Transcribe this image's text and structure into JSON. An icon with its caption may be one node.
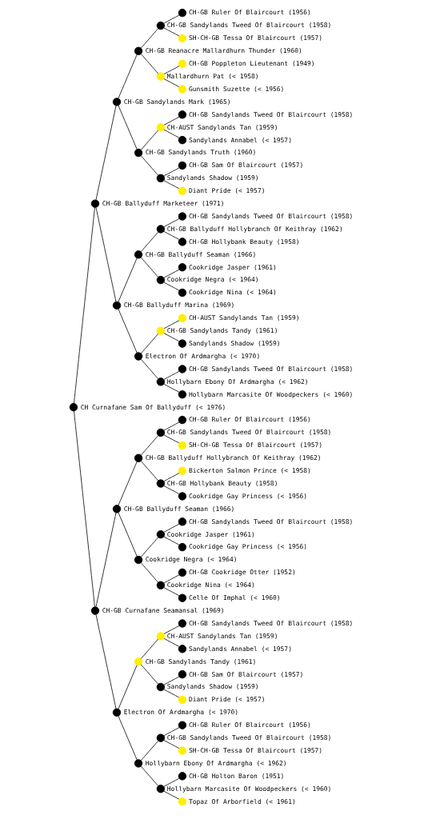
{
  "diagram": {
    "nodes": [
      {
        "text": [],
        "shape": "circle",
        "beside": [
          "CH-GB Ruler Of Blaircourt (1956)"
        ]
      },
      {
        "text": [],
        "shape": "circle",
        "beside": [
          "CH-GB Sandylands Tweed Of Blaircourt (1958)"
        ]
      },
      {
        "text": [],
        "shape": "circle",
        "beside": [
          "SH-CH-GB Tessa Of Blaircourt (1957)"
        ]
      },
      {
        "text": [],
        "shape": "circle",
        "beside": [
          "CH-GB Reanacre Mallardhurn Thunder (1960)"
        ]
      },
      {
        "text": [],
        "shape": "circle",
        "beside": [
          "CH-GB Poppleton Lieutenant (1949)"
        ]
      },
      {
        "text": [],
        "shape": "circle",
        "beside": [
          "Mallardhurn Pat (< 1958)"
        ]
      },
      {
        "text": [],
        "shape": "circle",
        "beside": [
          "Gunsmith Suzette (< 1956)"
        ]
      },
      {
        "text": [],
        "shape": "circle",
        "beside": [
          "CH-GB Sandylands Mark (1965)"
        ]
      },
      {
        "text": [],
        "shape": "circle",
        "beside": [
          "CH-GB Sandylands Tweed Of Blaircourt (1958)"
        ]
      },
      {
        "text": [],
        "shape": "circle",
        "beside": [
          "CH-AUST Sandylands Tan (1959)"
        ]
      },
      {
        "text": [],
        "shape": "circle",
        "beside": [
          "Sandylands Annabel (< 1957)"
        ]
      },
      {
        "text": [],
        "shape": "circle",
        "beside": [
          "CH-GB Sandylands Truth (1960)"
        ]
      },
      {
        "text": [],
        "shape": "circle",
        "beside": [
          "CH-GB Sam Of Blaircourt (1957)"
        ]
      },
      {
        "text": [],
        "shape": "circle",
        "beside": [
          "Sandylands Shadow (1959)"
        ]
      },
      {
        "text": [],
        "shape": "circle",
        "beside": [
          "Diant Pride (< 1957)"
        ]
      },
      {
        "text": [],
        "shape": "circle",
        "beside": [
          "CH-GB Ballyduff Marketeer (1971)"
        ]
      },
      {
        "text": [],
        "shape": "circle",
        "beside": [
          "CH-GB Sandylands Tweed Of Blaircourt (1958)"
        ]
      },
      {
        "text": [],
        "shape": "circle",
        "beside": [
          "CH-GB Ballyduff Hollybranch Of Keithray (1962)"
        ]
      },
      {
        "text": [],
        "shape": "circle",
        "beside": [
          "CH-GB Hollybank Beauty (1958)"
        ]
      },
      {
        "text": [],
        "shape": "circle",
        "beside": [
          "CH-GB Ballyduff Seaman (1966)"
        ]
      },
      {
        "text": [],
        "shape": "circle",
        "beside": [
          "Cookridge Jasper (1961)"
        ]
      },
      {
        "text": [],
        "shape": "circle",
        "beside": [
          "Cookridge Negra (< 1964)"
        ]
      },
      {
        "text": [],
        "shape": "circle",
        "beside": [
          "Cookridge Nina (< 1964)"
        ]
      },
      {
        "text": [],
        "shape": "circle",
        "beside": [
          "CH-GB Ballyduff Marina (1969)"
        ]
      },
      {
        "text": [],
        "shape": "circle",
        "beside": [
          "CH-AUST Sandylands Tan (1959)"
        ]
      },
      {
        "text": [],
        "shape": "circle",
        "beside": [
          "CH-GB Sandylands Tandy (1961)"
        ]
      },
      {
        "text": [],
        "shape": "circle",
        "beside": [
          "Sandylands Shadow (1959)"
        ]
      },
      {
        "text": [],
        "shape": "circle",
        "beside": [
          "Electron Of Ardmargha (< 1970)"
        ]
      },
      {
        "text": [],
        "shape": "circle",
        "beside": [
          "CH-GB Sandylands Tweed Of Blaircourt (1958)"
        ]
      },
      {
        "text": [],
        "shape": "circle",
        "beside": [
          "Hollybarn Ebony Of Ardmargha (< 1962)"
        ]
      },
      {
        "text": [],
        "shape": "circle",
        "beside": [
          "Hollybarn Marcasite Of Woodpeckers (< 1960)"
        ]
      },
      {
        "text": [],
        "shape": "circle",
        "beside": [
          "CH Curnafane Sam Of Ballyduff (< 1976)"
        ]
      },
      {
        "text": [],
        "shape": "circle",
        "beside": [
          "CH-GB Ruler Of Blaircourt (1956)"
        ]
      },
      {
        "text": [],
        "shape": "circle",
        "beside": [
          "CH-GB Sandylands Tweed Of Blaircourt (1958)"
        ]
      },
      {
        "text": [],
        "shape": "circle",
        "beside": [
          "SH-CH-GB Tessa Of Blaircourt (1957)"
        ]
      },
      {
        "text": [],
        "shape": "circle",
        "beside": [
          "CH-GB Ballyduff Hollybranch Of Keithray (1962)"
        ]
      },
      {
        "text": [],
        "shape": "circle",
        "beside": [
          "Bickerton Salmon Prince (< 1958)"
        ]
      },
      {
        "text": [],
        "shape": "circle",
        "beside": [
          "CH-GB Hollybank Beauty (1958)"
        ]
      },
      {
        "text": [],
        "shape": "circle",
        "beside": [
          "Cookridge Gay Princess (< 1956)"
        ]
      },
      {
        "text": [],
        "shape": "circle",
        "beside": [
          "CH-GB Ballyduff Seaman (1966)"
        ]
      },
      {
        "text": [],
        "shape": "circle",
        "beside": [
          "CH-GB Sandylands Tweed Of Blaircourt (1958)"
        ]
      },
      {
        "text": [],
        "shape": "circle",
        "beside": [
          "Cookridge Jasper (1961)"
        ]
      },
      {
        "text": [],
        "shape": "circle",
        "beside": [
          "Cookridge Gay Princess (< 1956)"
        ]
      },
      {
        "text": [],
        "shape": "circle",
        "beside": [
          "Cookridge Negra (< 1964)"
        ]
      },
      {
        "text": [],
        "shape": "circle",
        "beside": [
          "CH-GB Cookridge Otter (1952)"
        ]
      },
      {
        "text": [],
        "shape": "circle",
        "beside": [
          "Cookridge Nina (< 1964)"
        ]
      },
      {
        "text": [],
        "shape": "circle",
        "beside": [
          "Celle Of Imphal (< 1960)"
        ]
      },
      {
        "text": [],
        "shape": "circle",
        "beside": [
          "CH-GB Curnafane Seamansal (1969)"
        ]
      },
      {
        "text": [],
        "shape": "circle",
        "beside": [
          "CH-GB Sandylands Tweed Of Blaircourt (1958)"
        ]
      },
      {
        "text": [],
        "shape": "circle",
        "beside": [
          "CH-AUST Sandylands Tan (1959)"
        ]
      },
      {
        "text": [],
        "shape": "circle",
        "beside": [
          "Sandylands Annabel (< 1957)"
        ]
      },
      {
        "text": [],
        "shape": "circle",
        "beside": [
          "CH-GB Sandylands Tandy (1961)"
        ]
      },
      {
        "text": [],
        "shape": "circle",
        "beside": [
          "CH-GB Sam Of Blaircourt (1957)"
        ]
      },
      {
        "text": [],
        "shape": "circle",
        "beside": [
          "Sandylands Shadow (1959)"
        ]
      },
      {
        "text": [],
        "shape": "circle",
        "beside": [
          "Diant Pride (< 1957)"
        ]
      },
      {
        "text": [],
        "shape": "circle",
        "beside": [
          "Electron Of Ardmargha (< 1970)"
        ]
      },
      {
        "text": [],
        "shape": "circle",
        "beside": [
          "CH-GB Ruler Of Blaircourt (1956)"
        ]
      },
      {
        "text": [],
        "shape": "circle",
        "beside": [
          "CH-GB Sandylands Tweed Of Blaircourt (1958)"
        ]
      },
      {
        "text": [],
        "shape": "circle",
        "beside": [
          "SH-CH-GB Tessa Of Blaircourt (1957)"
        ]
      },
      {
        "text": [],
        "shape": "circle",
        "beside": [
          "Hollybarn Ebony Of Ardmargha (< 1962)"
        ]
      },
      {
        "text": [],
        "shape": "circle",
        "beside": [
          "CH-GB Holton Baron (1951)"
        ]
      },
      {
        "text": [],
        "shape": "circle",
        "beside": [
          "Hollybarn Marcasite Of Woodpeckers (< 1960)"
        ]
      },
      {
        "text": [],
        "shape": "circle",
        "beside": [
          "Topaz Of Arborfield (< 1961)"
        ]
      }
    ],
    "edges": [
      {
        "from": 1,
        "to": 0,
        "arrow": "none"
      },
      {
        "from": 1,
        "to": 2,
        "arrow": "none"
      },
      {
        "from": 3,
        "to": 1,
        "arrow": "none"
      },
      {
        "from": 3,
        "to": 5,
        "arrow": "none"
      },
      {
        "from": 5,
        "to": 4,
        "arrow": "none"
      },
      {
        "from": 5,
        "to": 6,
        "arrow": "none"
      },
      {
        "from": 7,
        "to": 3,
        "arrow": "none"
      },
      {
        "from": 7,
        "to": 11,
        "arrow": "none"
      },
      {
        "from": 9,
        "to": 8,
        "arrow": "none"
      },
      {
        "from": 9,
        "to": 10,
        "arrow": "none"
      },
      {
        "from": 11,
        "to": 9,
        "arrow": "none"
      },
      {
        "from": 11,
        "to": 13,
        "arrow": "none"
      },
      {
        "from": 13,
        "to": 12,
        "arrow": "none"
      },
      {
        "from": 13,
        "to": 14,
        "arrow": "none"
      },
      {
        "from": 15,
        "to": 7,
        "arrow": "none"
      },
      {
        "from": 15,
        "to": 23,
        "arrow": "none"
      },
      {
        "from": 17,
        "to": 16,
        "arrow": "none"
      },
      {
        "from": 17,
        "to": 18,
        "arrow": "none"
      },
      {
        "from": 19,
        "to": 17,
        "arrow": "none"
      },
      {
        "from": 19,
        "to": 21,
        "arrow": "none"
      },
      {
        "from": 21,
        "to": 20,
        "arrow": "none"
      },
      {
        "from": 21,
        "to": 22,
        "arrow": "none"
      },
      {
        "from": 23,
        "to": 19,
        "arrow": "none"
      },
      {
        "from": 23,
        "to": 27,
        "arrow": "none"
      },
      {
        "from": 25,
        "to": 24,
        "arrow": "none"
      },
      {
        "from": 25,
        "to": 26,
        "arrow": "none"
      },
      {
        "from": 27,
        "to": 25,
        "arrow": "none"
      },
      {
        "from": 27,
        "to": 29,
        "arrow": "none"
      },
      {
        "from": 29,
        "to": 28,
        "arrow": "none"
      },
      {
        "from": 29,
        "to": 30,
        "arrow": "none"
      },
      {
        "from": 31,
        "to": 15,
        "arrow": "none"
      },
      {
        "from": 31,
        "to": 47,
        "arrow": "none"
      },
      {
        "from": 33,
        "to": 32,
        "arrow": "none"
      },
      {
        "from": 33,
        "to": 34,
        "arrow": "none"
      },
      {
        "from": 35,
        "to": 33,
        "arrow": "none"
      },
      {
        "from": 35,
        "to": 37,
        "arrow": "none"
      },
      {
        "from": 37,
        "to": 36,
        "arrow": "none"
      },
      {
        "from": 37,
        "to": 38,
        "arrow": "none"
      },
      {
        "from": 39,
        "to": 35,
        "arrow": "none"
      },
      {
        "from": 39,
        "to": 43,
        "arrow": "none"
      },
      {
        "from": 41,
        "to": 40,
        "arrow": "none"
      },
      {
        "from": 41,
        "to": 42,
        "arrow": "none"
      },
      {
        "from": 43,
        "to": 41,
        "arrow": "none"
      },
      {
        "from": 43,
        "to": 45,
        "arrow": "none"
      },
      {
        "from": 45,
        "to": 44,
        "arrow": "none"
      },
      {
        "from": 45,
        "to": 46,
        "arrow": "none"
      },
      {
        "from": 47,
        "to": 39,
        "arrow": "none"
      },
      {
        "from": 47,
        "to": 55,
        "arrow": "none"
      },
      {
        "from": 49,
        "to": 48,
        "arrow": "none"
      },
      {
        "from": 49,
        "to": 50,
        "arrow": "none"
      },
      {
        "from": 51,
        "to": 49,
        "arrow": "none"
      },
      {
        "from": 51,
        "to": 53,
        "arrow": "none"
      },
      {
        "from": 53,
        "to": 52,
        "arrow": "none"
      },
      {
        "from": 53,
        "to": 54,
        "arrow": "none"
      },
      {
        "from": 55,
        "to": 51,
        "arrow": "none"
      },
      {
        "from": 55,
        "to": 59,
        "arrow": "none"
      },
      {
        "from": 57,
        "to": 56,
        "arrow": "none"
      },
      {
        "from": 57,
        "to": 58,
        "arrow": "none"
      },
      {
        "from": 59,
        "to": 57,
        "arrow": "none"
      },
      {
        "from": 59,
        "to": 61,
        "arrow": "none"
      },
      {
        "from": 61,
        "to": 60,
        "arrow": "none"
      },
      {
        "from": 61,
        "to": 62,
        "arrow": "none"
      }
    ]
  }
}
